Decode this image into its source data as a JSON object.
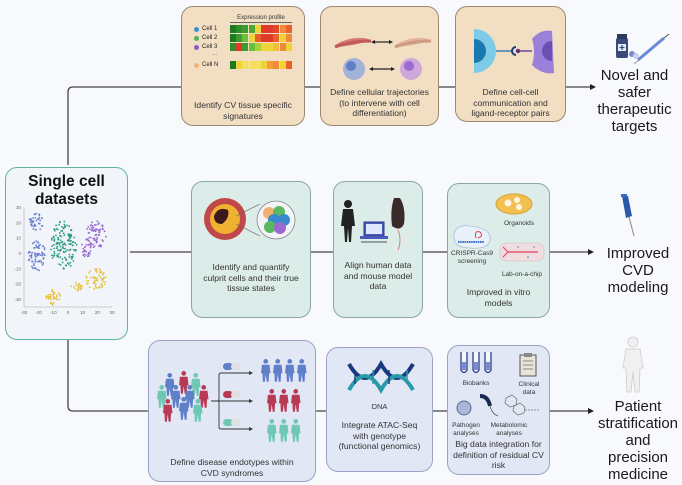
{
  "source": {
    "title": "Single cell datasets",
    "plot": {
      "y_ticks": [
        "30",
        "20",
        "10",
        "0",
        "-10",
        "-20",
        "-30"
      ],
      "x_ticks": [
        "-30",
        "-20",
        "-10",
        "0",
        "10",
        "20",
        "30"
      ],
      "cluster_colors": {
        "blue": "#6b7fd0",
        "green": "#2a9a82",
        "purple": "#9a6ad0",
        "yellow": "#e8c23e"
      }
    }
  },
  "rows": {
    "top": {
      "boxes": [
        {
          "caption": "Identify CV tissue specific signatures",
          "heatmap": {
            "header": "Expression profile",
            "rows": [
              {
                "label": "Cell 1",
                "dot": "#3b8fd4",
                "cells": [
                  "#1e7a1e",
                  "#2f8f2a",
                  "#3f9a2e",
                  "#4fa832",
                  "#f0d23a",
                  "#e03a2a",
                  "#e03a2a",
                  "#e04a2a",
                  "#f08a3a",
                  "#e8602a"
                ]
              },
              {
                "label": "Cell 2",
                "dot": "#4db25a",
                "cells": [
                  "#1e7a1e",
                  "#3f9a2e",
                  "#6cbf3a",
                  "#f0d23a",
                  "#e8602a",
                  "#e03a2a",
                  "#e03a2a",
                  "#e8602a",
                  "#f0d23a",
                  "#f08a3a"
                ]
              },
              {
                "label": "Cell 3",
                "dot": "#8e5bc4",
                "cells": [
                  "#2f8f2a",
                  "#e03a2a",
                  "#3f9a2e",
                  "#6cbf3a",
                  "#a8d03a",
                  "#f0d23a",
                  "#f0d23a",
                  "#f0c03a",
                  "#f08a3a",
                  "#f0d23a"
                ]
              },
              {
                "label": "Cell N",
                "dot": "#f2b37a",
                "cells": [
                  "#1e7a1e",
                  "#f0d23a",
                  "#f5e05a",
                  "#f5e05a",
                  "#f5e05a",
                  "#f0d23a",
                  "#f0a03a",
                  "#f08a3a",
                  "#f0d23a",
                  "#e8602a"
                ]
              }
            ],
            "ellipsis": "..."
          }
        },
        {
          "caption": "Define cellular trajectories (to intervene with cell differentiation)"
        },
        {
          "caption": "Define cell-cell communication and ligand-receptor pairs"
        }
      ],
      "outcome": "Novel and safer therapeutic targets"
    },
    "middle": {
      "boxes": [
        {
          "caption": "Identify and quantify culprit cells and their true tissue states"
        },
        {
          "caption": "Align human data and mouse model data"
        },
        {
          "caption": "Improved in vitro models",
          "labels": {
            "organoids": "Organoids",
            "crispr": "CRISPR-Cas9 screening",
            "lab": "Lab-on-a-chip"
          }
        }
      ],
      "outcome": "Improved CVD modeling"
    },
    "bottom": {
      "boxes": [
        {
          "caption": "Define disease endotypes within CVD syndromes"
        },
        {
          "caption": "Integrate ATAC-Seq with genotype (functional genomics)",
          "label": "DNA"
        },
        {
          "caption": "Big data integration for definition of residual CV risk",
          "labels": {
            "biobanks": "Biobanks",
            "clinical": "Clinical data",
            "pathogen": "Pathogen analyses",
            "metabolomic": "Metabolomic analyses"
          }
        }
      ],
      "outcome": "Patient stratification and precision medicine"
    }
  },
  "colors": {
    "tan": "#f2dfc3",
    "mint": "#dcece9",
    "lavender": "#e2e7f6",
    "connector": "#444444",
    "group_blue": "#5f7fc8",
    "group_red": "#b83a55",
    "group_teal": "#6ec8b4"
  }
}
